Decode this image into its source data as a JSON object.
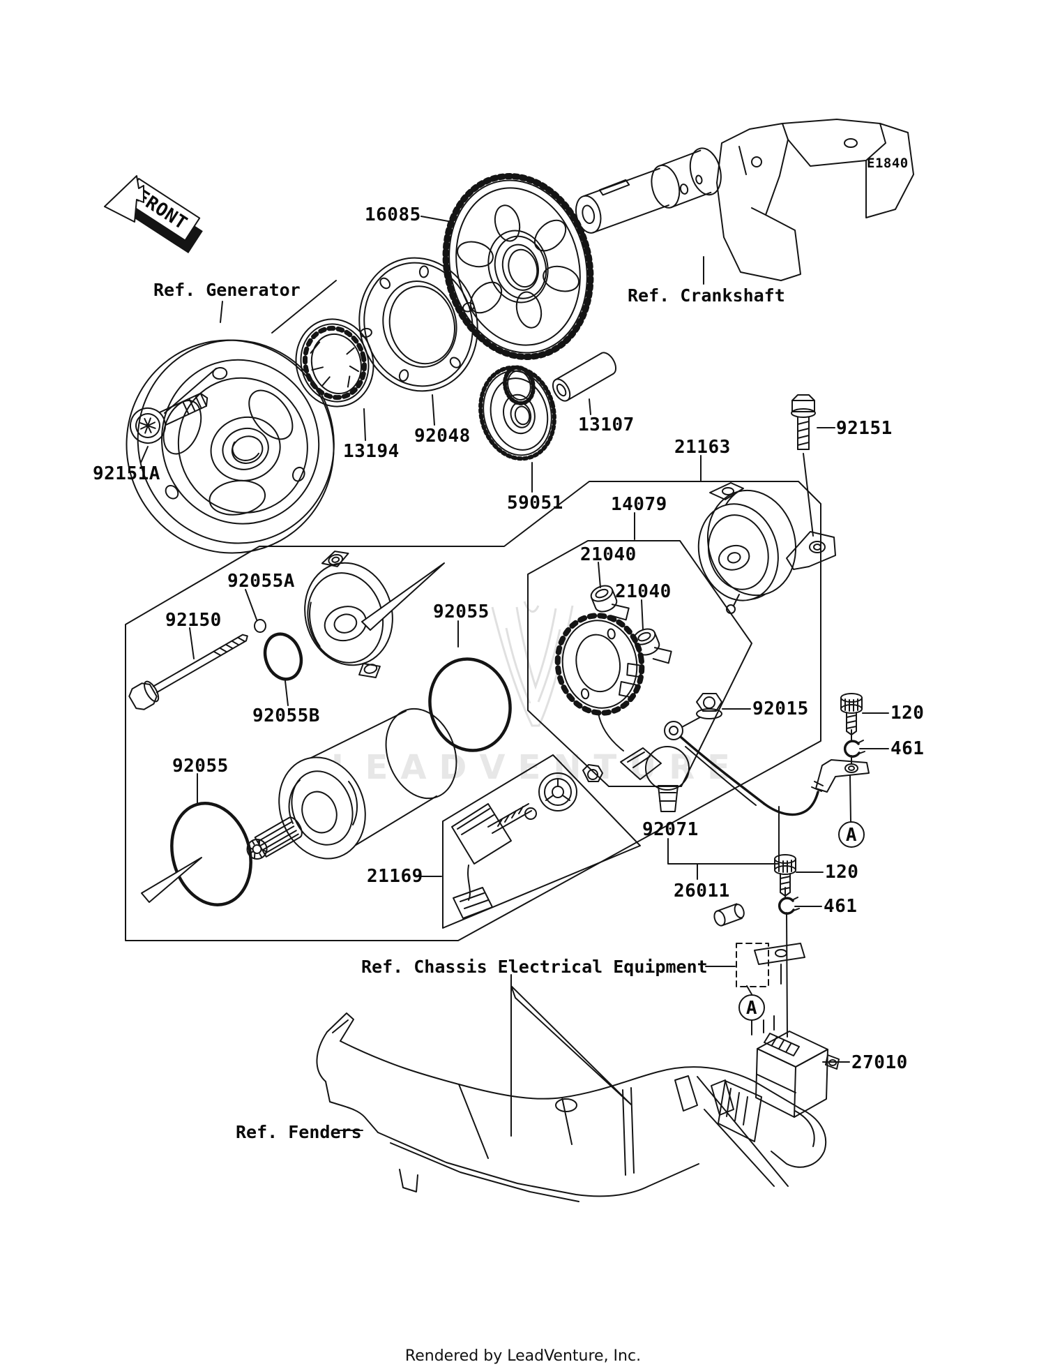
{
  "diagram": {
    "code": "E1840",
    "front_marker": "FRONT",
    "watermark": "LEADVENTURE",
    "footer": "Rendered by LeadVenture, Inc.",
    "refs": {
      "generator": "Ref. Generator",
      "crankshaft": "Ref. Crankshaft",
      "chassis": "Ref. Chassis Electrical Equipment",
      "fenders": "Ref. Fenders"
    },
    "markers": {
      "a1": "A",
      "a2": "A"
    },
    "labels": {
      "p16085": "16085",
      "p92151a": "92151A",
      "p13194": "13194",
      "p92048": "92048",
      "p13107": "13107",
      "p59051": "59051",
      "p21163": "21163",
      "p92151": "92151",
      "p14079": "14079",
      "p21040_1": "21040",
      "p21040_2": "21040",
      "p92055a": "92055A",
      "p92150": "92150",
      "p92055b": "92055B",
      "p92055_left": "92055",
      "p92055_right": "92055",
      "p92015": "92015",
      "p120_1": "120",
      "p461_1": "461",
      "p120_2": "120",
      "p461_2": "461",
      "p92071": "92071",
      "p21169": "21169",
      "p26011": "26011",
      "p27010": "27010"
    }
  }
}
